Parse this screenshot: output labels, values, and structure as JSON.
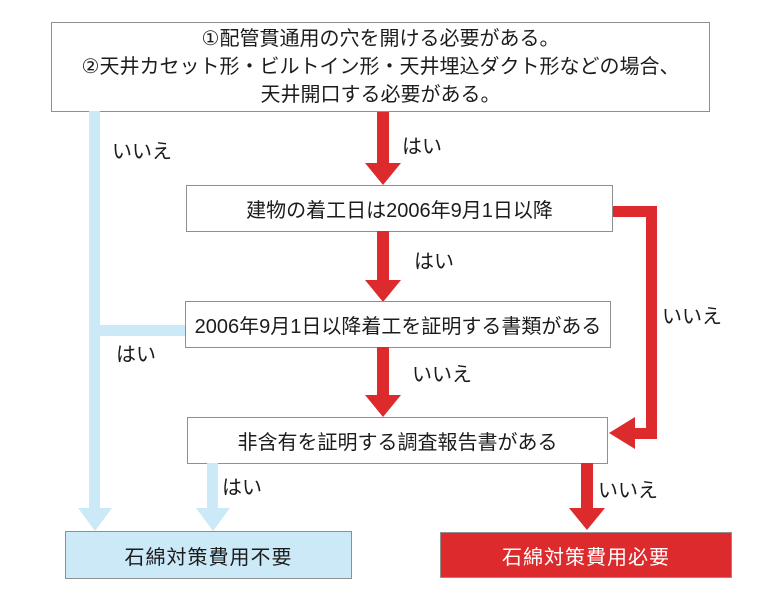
{
  "colors": {
    "red": "#dd2a2c",
    "light_blue": "#cbe9f7",
    "box_border": "#8f8f8f"
  },
  "flowchart": {
    "start_box": {
      "lines": [
        "①配管貫通用の穴を開ける必要がある。",
        "②天井カセット形・ビルトイン形・天井埋込ダクト形などの場合、",
        "天井開口する必要がある。"
      ]
    },
    "decisions": [
      {
        "text": "建物の着工日は2006年9月1日以降"
      },
      {
        "text": "2006年9月1日以降着工を証明する書類がある"
      },
      {
        "text": "非含有を証明する調査報告書がある"
      }
    ],
    "results": [
      {
        "text": "石綿対策費用不要"
      },
      {
        "text": "石綿対策費用必要"
      }
    ],
    "labels": {
      "yes": "はい",
      "no": "いいえ"
    }
  }
}
